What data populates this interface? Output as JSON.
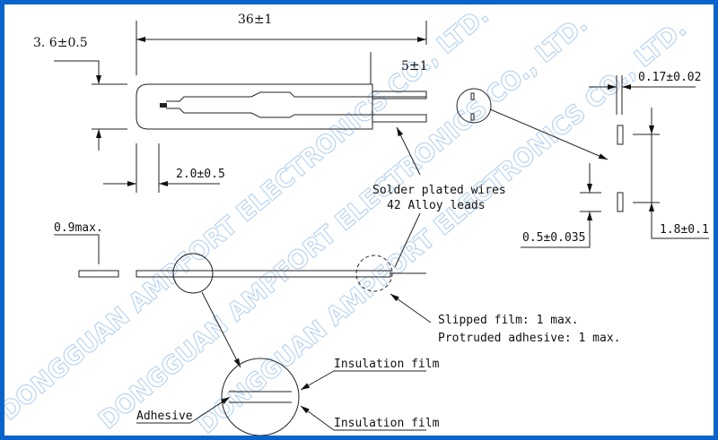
{
  "watermark": "DONGGUAN AMPFORT ELECTRONICS CO., LTD.",
  "dimensions": {
    "length": "36±1",
    "width": "3. 6±0.5",
    "lead_length": "5±1",
    "tip": "2.0±0.5",
    "thickness": "0.9max.",
    "lead_thickness": "0.17±0.02",
    "lead_width": "0.5±0.035",
    "lead_pitch": "1.8±0.1"
  },
  "labels": {
    "leads_line1": "Solder plated wires",
    "leads_line2": "42 Alloy leads",
    "slipped": "Slipped film: 1 max.",
    "protruded": "Protruded adhesive: 1 max.",
    "insulation_top": "Insulation film",
    "insulation_bottom": "Insulation film",
    "adhesive": "Adhesive"
  },
  "colors": {
    "border": "#0a63c9",
    "watermark": "#9cc3ec"
  }
}
